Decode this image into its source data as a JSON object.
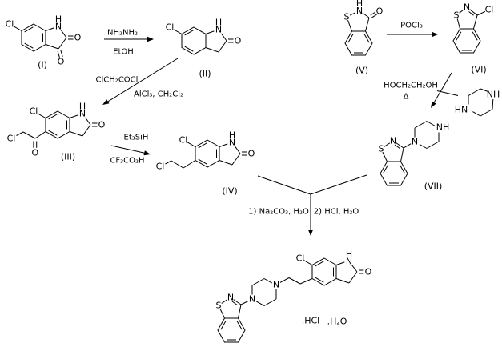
{
  "colors": {
    "ink": "#000000",
    "background": "#ffffff"
  },
  "atoms": {
    "cl": "Cl",
    "n": "N",
    "h": "H",
    "o": "O",
    "s": "S",
    "nh": "NH",
    "hn": "HN"
  },
  "compounds": {
    "i": "(I)",
    "ii": "(II)",
    "iii": "(III)",
    "iv": "(IV)",
    "v": "(V)",
    "vi": "(VI)",
    "vii": "(VII)"
  },
  "reagents": {
    "step1_top": "NH₂NH₂",
    "step1_bottom": "EtOH",
    "step2_top": "ClCH₂COCl",
    "step2_bottom": "AlCl₃, CH₂Cl₂",
    "step3_top": "Et₃SiH",
    "step3_bottom": "CF₃CO₂H",
    "step4_top": "POCl₃",
    "step5_top": "HOCH₂CH₂OH",
    "step5_bottom": "Δ",
    "step6_left": "1) Na₂CO₃, H₂O",
    "step6_right": "2) HCl, H₂O"
  },
  "product": {
    "hcl_label": ".HCl",
    "h2o_label": ".H₂O"
  }
}
